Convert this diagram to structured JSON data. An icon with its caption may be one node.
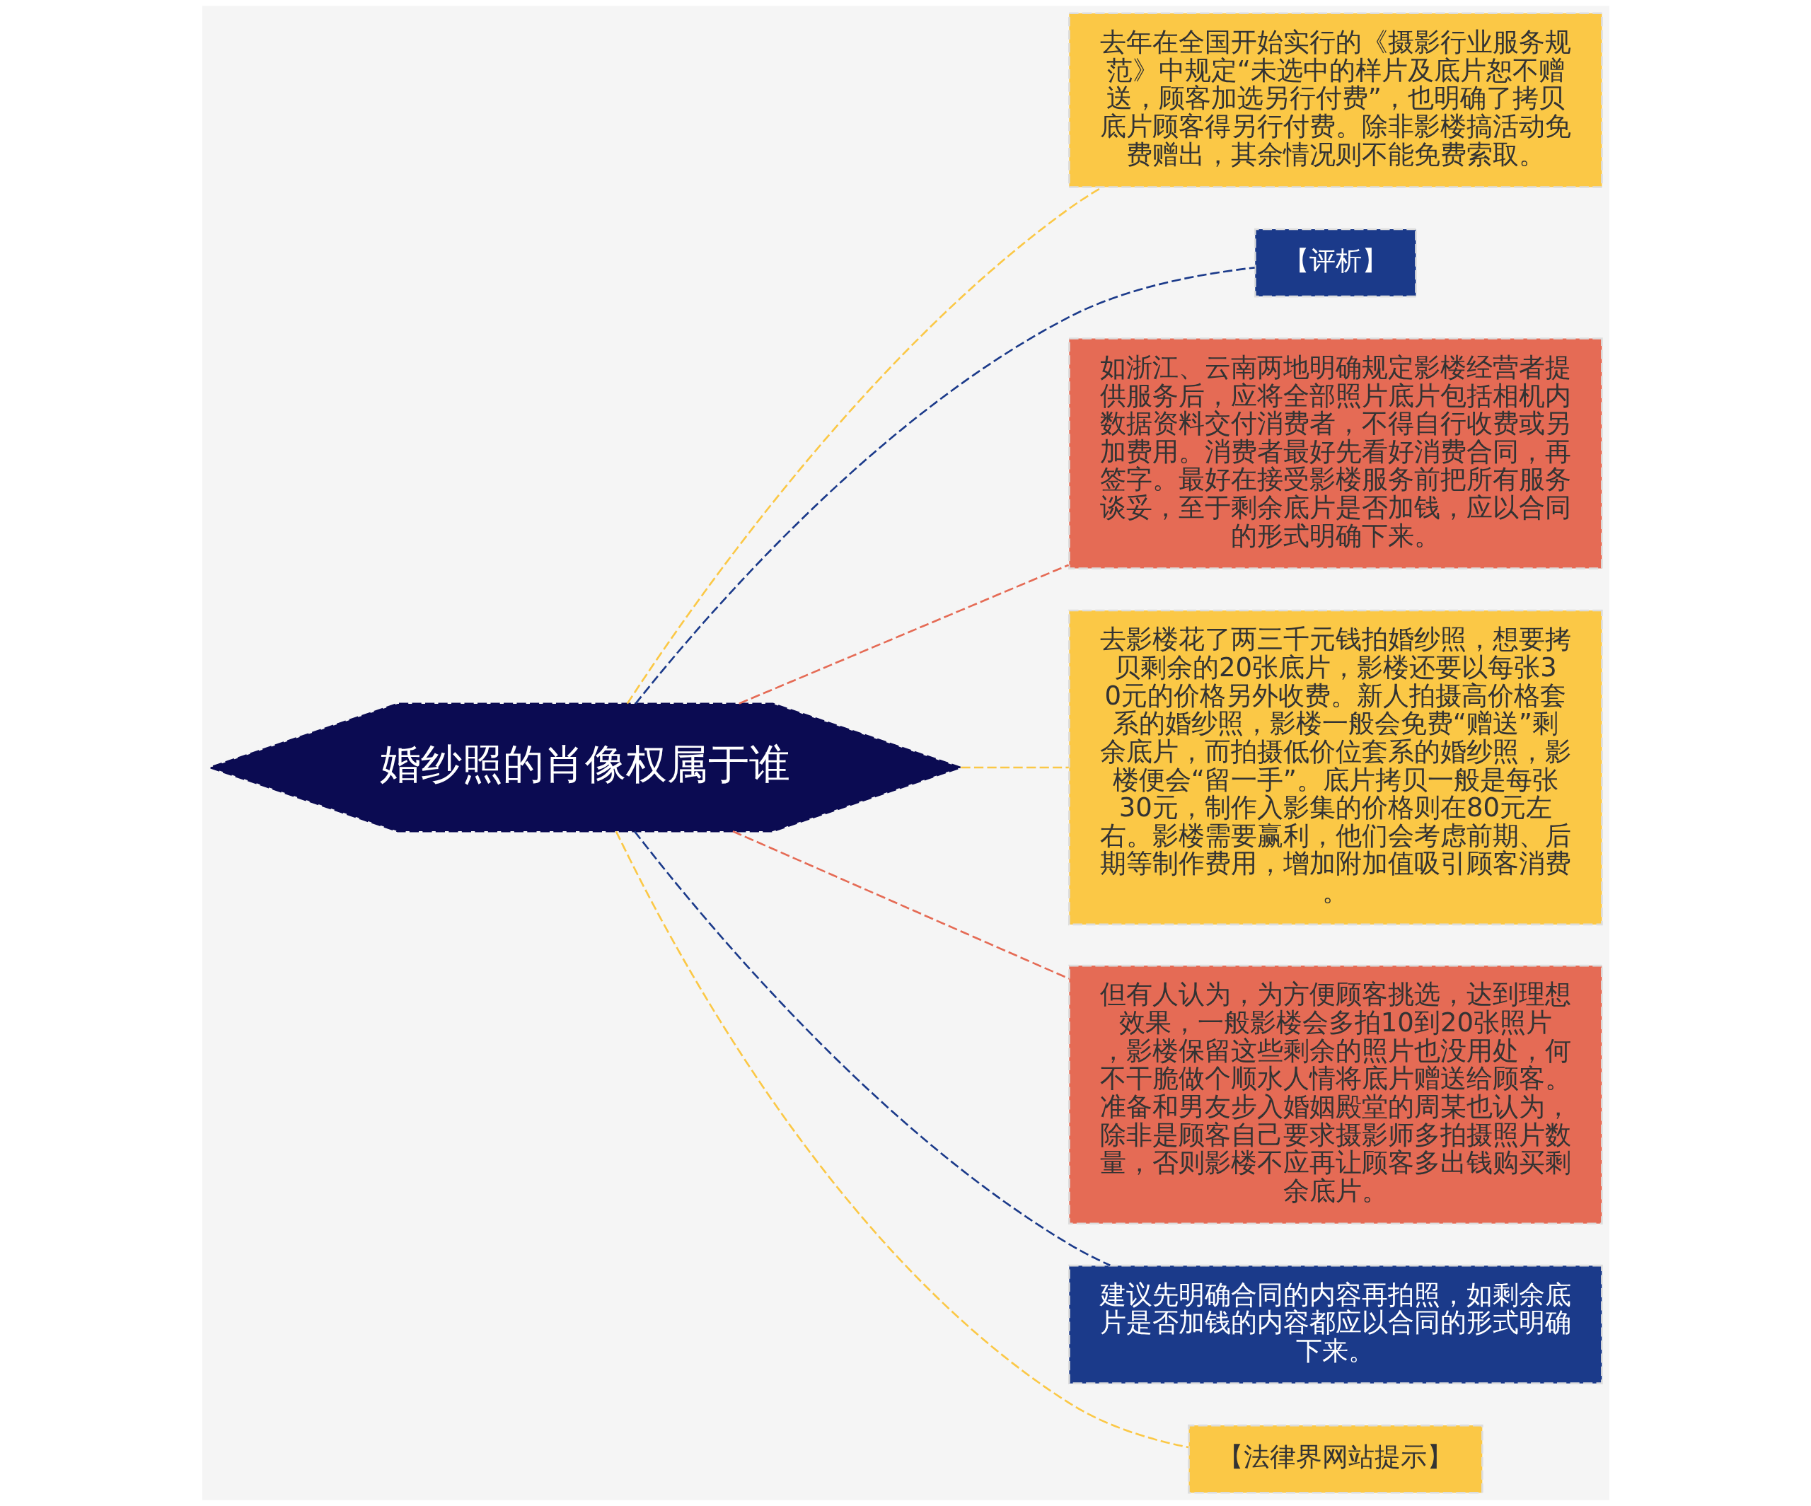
{
  "diagram": {
    "nodes": [
      {
        "text": [
          "婚纱照的肖像权属于谁"
        ]
      },
      {
        "text": [
          "去年在全国开始实行的《摄影行业服务规范》中规定“未选中的样片及底片恕不赠送，顾客加选另行付费”，也明确了拷贝底片顾客得另行付费。除非影楼搞活动免费赠出，其余情况则不能免费索取。"
        ]
      },
      {
        "text": [
          "【评析】"
        ]
      },
      {
        "text": [
          "如浙江、云南两地明确规定影楼经营者提供服务后，应将全部照片底片包括相机内数据资料交付消费者，不得自行收费或另加费用。消费者最好先看好消费合同，再签字。最好在接受影楼服务前把所有服务谈妥，至于剩余底片是否加钱，应以合同的形式明确下来。"
        ]
      },
      {
        "text": [
          "去影楼花了两三千元钱拍婚纱照，想要拷贝剩余的20张底片，影楼还要以每张30元的价格另外收费。新人拍摄高价格套系的婚纱照，影楼一般会免费“赠送”剩余底片，而拍摄低价位套系的婚纱照，影楼便会“留一手”。底片拷贝一般是每张30元，制作入影集的价格则在80元左右。影楼需要赢利，他们会考虑前期、后期等制作费用，增加附加值吸引顾客消费。"
        ]
      },
      {
        "text": [
          "但有人认为，为方便顾客挑选，达到理想效果，一般影楼会多拍10到20张照片，影楼保留这些剩余的照片也没用处，何不干脆做个顺水人情将底片赠送给顾客。准备和男友步入婚姻殿堂的周某也认为，除非是顾客自己要求摄影师多拍摄照片数量，否则影楼不应再让顾客多出钱购买剩余底片。"
        ]
      },
      {
        "text": [
          "建议先明确合同的内容再拍照，如剩余底片是否加钱的内容都应以合同的形式明确下来。"
        ]
      },
      {
        "text": [
          "【法律界网站提示】"
        ]
      }
    ],
    "edges": [
      {
        "from": 0,
        "to": 1,
        "arrow": "none",
        "style": "dashed"
      },
      {
        "from": 0,
        "to": 2,
        "arrow": "none",
        "style": "dashed",
        "color": "#1b3a8a"
      },
      {
        "from": 0,
        "to": 3,
        "arrow": "none",
        "style": "dashed",
        "color": "#e56b55"
      },
      {
        "from": 0,
        "to": 4,
        "arrow": "none",
        "style": "dashed"
      },
      {
        "from": 0,
        "to": 5,
        "arrow": "none",
        "style": "dashed",
        "color": "#e56b55"
      },
      {
        "from": 0,
        "to": 6,
        "arrow": "none",
        "style": "dashed",
        "color": "#1b3a8a"
      },
      {
        "from": 0,
        "to": 7,
        "arrow": "none",
        "style": "dashed"
      }
    ]
  }
}
